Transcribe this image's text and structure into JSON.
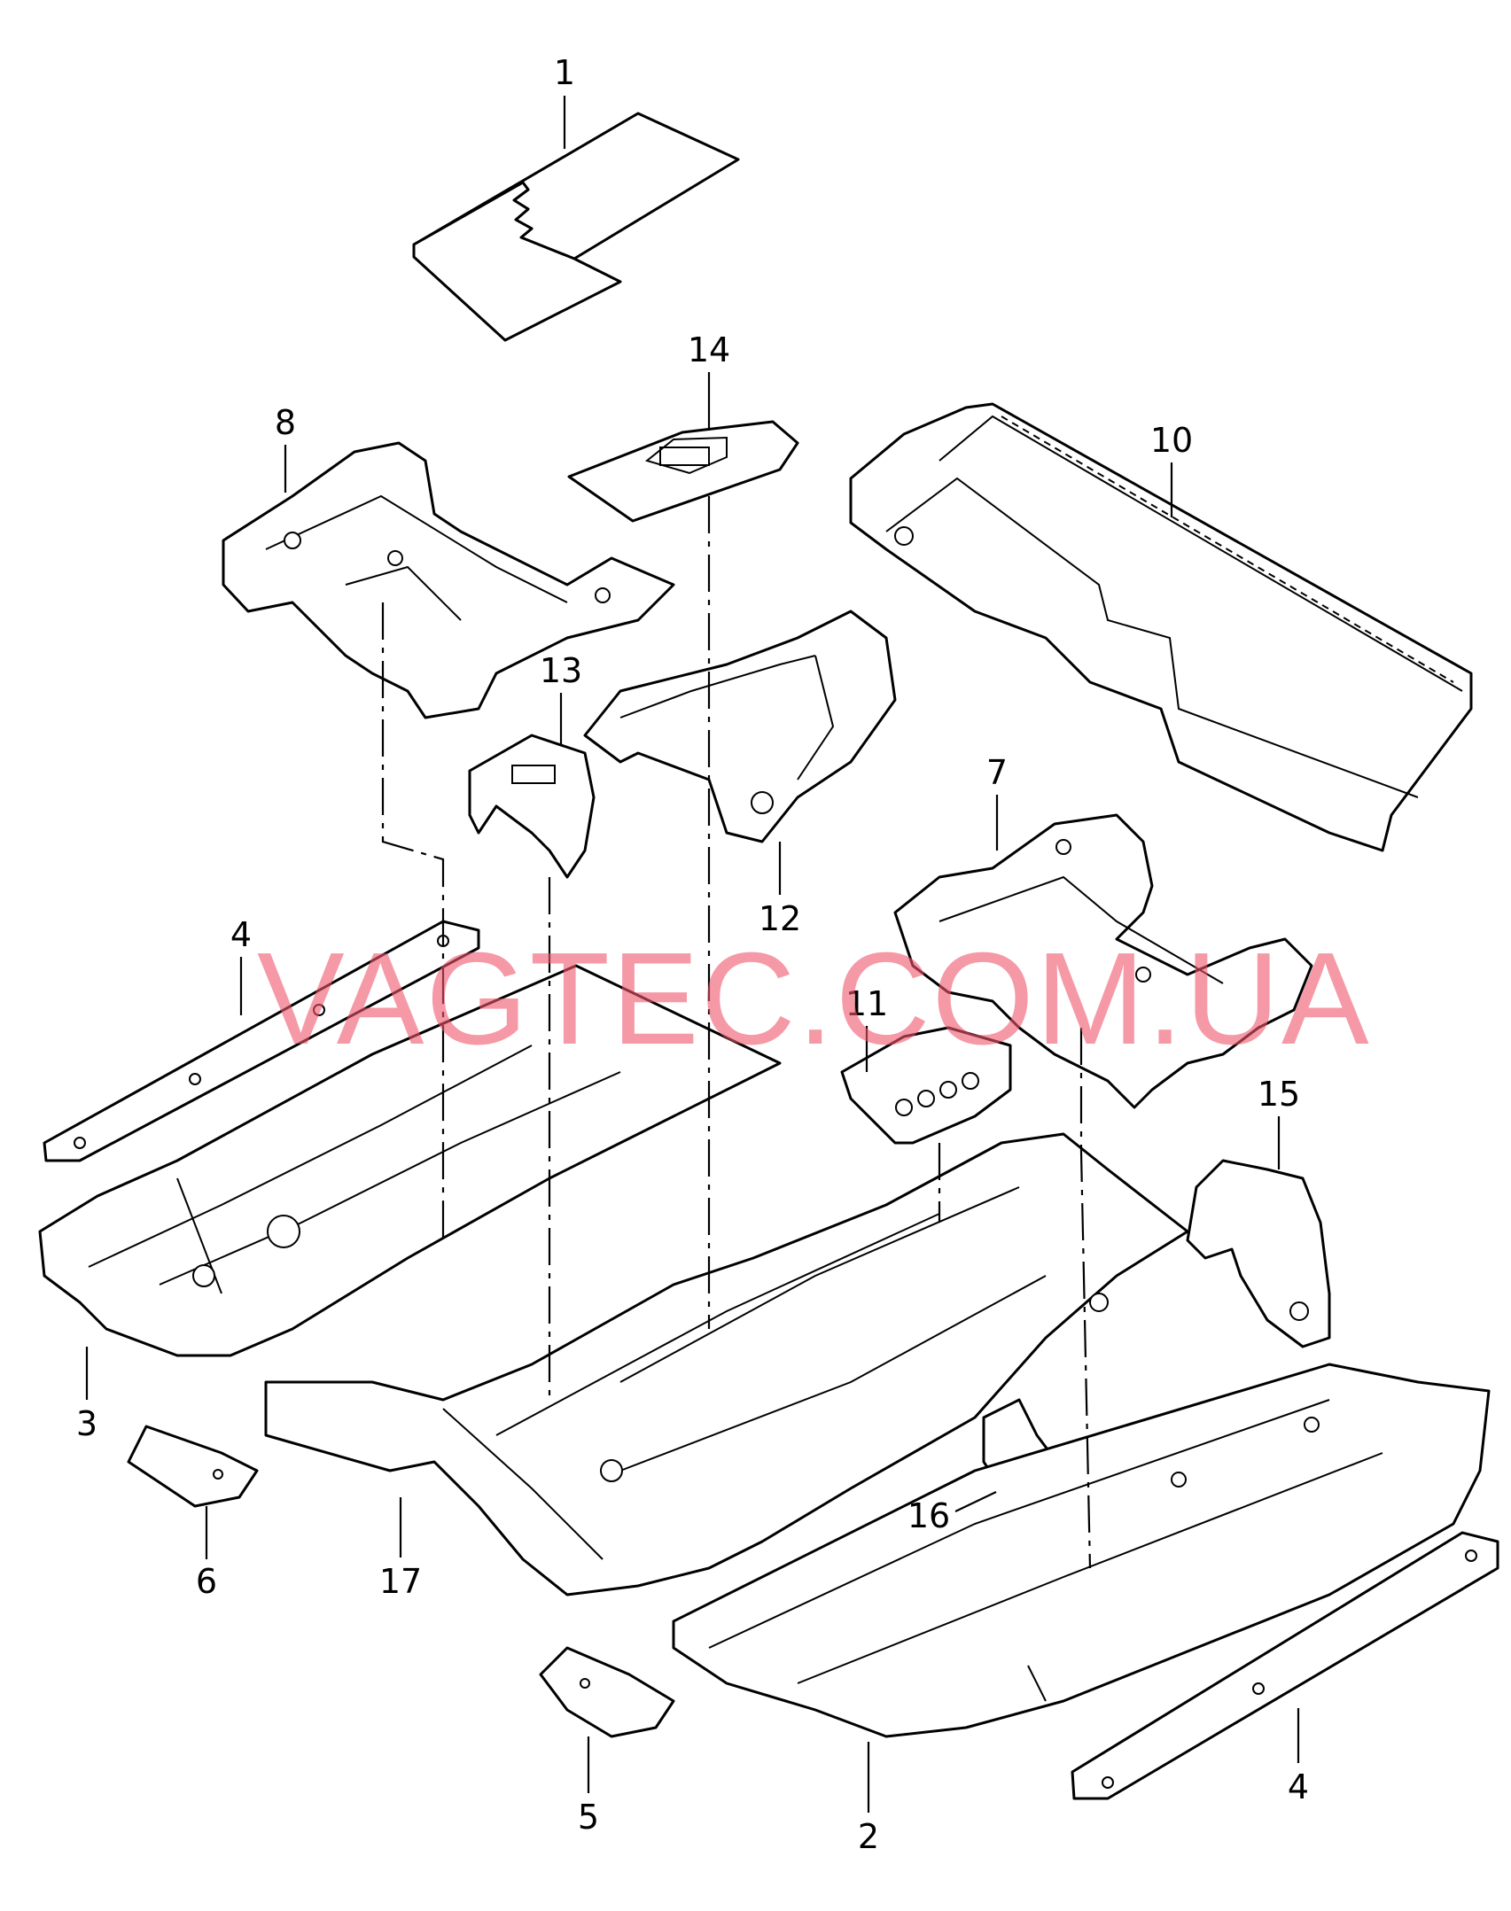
{
  "watermark": "VAGTEC.COM.UA",
  "callouts": [
    "1",
    "2",
    "3",
    "4",
    "4",
    "5",
    "6",
    "7",
    "8",
    "10",
    "11",
    "12",
    "13",
    "14",
    "15",
    "16",
    "17"
  ],
  "colors": {
    "line": "#000000",
    "background": "#ffffff",
    "watermark": "#f0556a"
  }
}
